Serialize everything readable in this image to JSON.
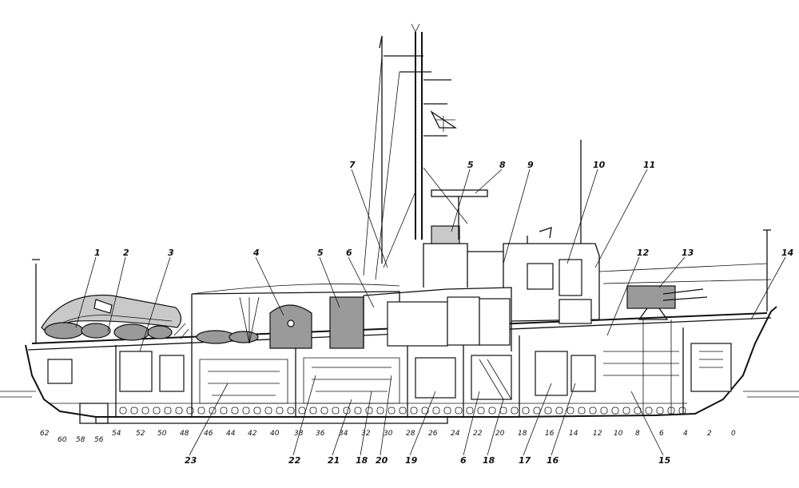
{
  "callouts": [
    {
      "label": "1"
    },
    {
      "label": "2"
    },
    {
      "label": "3"
    },
    {
      "label": "4"
    },
    {
      "label": "5"
    },
    {
      "label": "6"
    },
    {
      "label": "7"
    },
    {
      "label": "5"
    },
    {
      "label": "8"
    },
    {
      "label": "9"
    },
    {
      "label": "10"
    },
    {
      "label": "11"
    },
    {
      "label": "12"
    },
    {
      "label": "13"
    },
    {
      "label": "14"
    },
    {
      "label": "23"
    },
    {
      "label": "22"
    },
    {
      "label": "21"
    },
    {
      "label": "18"
    },
    {
      "label": "20"
    },
    {
      "label": "19"
    },
    {
      "label": "6"
    },
    {
      "label": "18"
    },
    {
      "label": "17"
    },
    {
      "label": "16"
    },
    {
      "label": "15"
    }
  ],
  "frames": [
    "62",
    "60",
    "58",
    "56",
    "54",
    "52",
    "50",
    "48",
    "46",
    "44",
    "42",
    "40",
    "38",
    "36",
    "34",
    "32",
    "30",
    "28",
    "26",
    "24",
    "22",
    "20",
    "18",
    "16",
    "14",
    "12",
    "10",
    "8",
    "6",
    "4",
    "2",
    "0"
  ]
}
